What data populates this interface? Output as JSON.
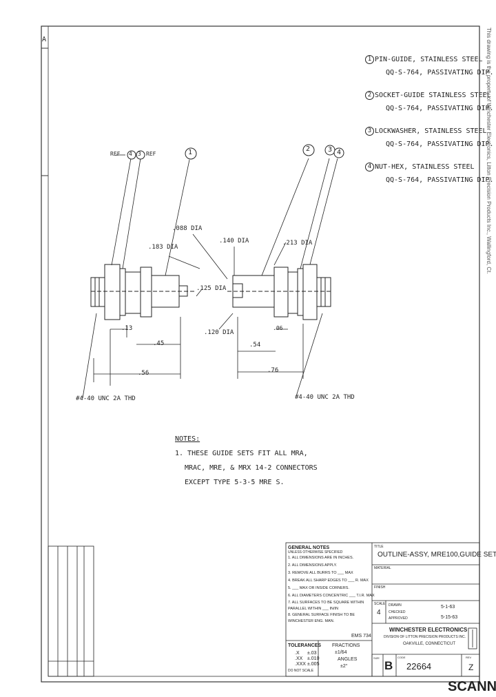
{
  "parts_list": [
    {
      "num": "1",
      "name": "PIN-GUIDE,",
      "spec1": "STAINLESS STEEL",
      "spec2": "QQ-S-764, PASSIVATING DIP."
    },
    {
      "num": "2",
      "name": "SOCKET-GUIDE",
      "spec1": "STAINLESS STEEL",
      "spec2": "QQ-S-764, PASSIVATING DIP."
    },
    {
      "num": "3",
      "name": "LOCKWASHER,",
      "spec1": "STAINLESS STEEL",
      "spec2": "QQ-S-764, PASSIVATING DIP."
    },
    {
      "num": "4",
      "name": "NUT-HEX,",
      "spec1": "STAINLESS STEEL",
      "spec2": "QQ-S-764, PASSIVATING DIP."
    }
  ],
  "callouts": {
    "left_ref_prefix": "REF",
    "left_ref_4": "4",
    "left_ref_3": "3",
    "left_ref_suffix": "REF",
    "balloon_1": "1",
    "balloon_2": "2",
    "balloon_3": "3",
    "balloon_4": "4"
  },
  "dimensions": {
    "d_183": ".183 DIA",
    "d_088": ".088 DIA",
    "d_140": ".140 DIA",
    "d_213": ".213 DIA",
    "d_125": ".125 DIA",
    "d_120": ".120 DIA",
    "d_13": ".13",
    "d_45": ".45",
    "d_56": ".56",
    "d_54": ".54",
    "d_06": ".06",
    "d_76": ".76",
    "thread_left": "#4-40 UNC 2A THD",
    "thread_right": "#4-40 UNC 2A THD"
  },
  "notes": {
    "heading": "NOTES:",
    "line1": "1. THESE GUIDE SETS FIT ALL MRA,",
    "line2": "MRAC, MRE, & MRX 14-2 CONNECTORS",
    "line3": "EXCEPT TYPE 5-3-5 MRE S."
  },
  "title_block": {
    "general_notes_title": "GENERAL NOTES",
    "general_notes_sub": "UNLESS OTHERWISE SPECIFIED",
    "gn_items": [
      "1. ALL DIMENSIONS ARE IN INCHES.",
      "2. ALL DIMENSIONS APPLY.",
      "3. REMOVE ALL BURRS TO ___ MAX",
      "4. BREAK ALL SHARP EDGES TO ___ R. MAX",
      "5. ___ MAX OR INSIDE CORNERS.",
      "6. ALL DIAMETERS CONCENTRIC ___ T.I.R. MAX",
      "7. ALL SURFACES TO BE SQUARE WITHIN",
      "PARALLEL WITHIN ___ IN/IN",
      "8. GENERAL SURFACE FINISH TO BE",
      "WINCHESTER ENG. MAN."
    ],
    "eng_ref": "EMS 734",
    "tolerances_label": "TOLERANCES",
    "tol_col1": [
      ".X",
      ".XX",
      ".XXX"
    ],
    "tol_col2": [
      "±.03",
      "±.010",
      "±.005"
    ],
    "fractions_label": "FRACTIONS",
    "fractions_val": "±1/64",
    "angles_label": "ANGLES",
    "angles_val": "±2°",
    "dwg_no_label": "DO NOT SCALE",
    "title_label": "TITLE",
    "title": "OUTLINE-ASSY, MRE100,GUIDE SET",
    "material_label": "MATERIAL",
    "finish_label": "FINISH",
    "scale_label": "SCALE",
    "scale": "4",
    "drawn_label": "DRAWN",
    "checked_label": "CHECKED",
    "approved_label": "APPROVED",
    "date1": "5-1-63",
    "date2": "5-15-63",
    "company": "WINCHESTER ELECTRONICS",
    "division": "DIVISION OF LITTON PRECISION PRODUCTS INC.",
    "city": "OAKVILLE, CONNECTICUT",
    "size_label": "SIZE",
    "size": "B",
    "code_label": "CODE",
    "dwg_no": "22664",
    "rev_label": "REV",
    "rev": "Z"
  },
  "watermark": "SCANNE",
  "side_text": "This drawing is the property of Winchester Electronics, Litton Precision Products Inc., Wallingford, Ct.",
  "sheet_letter": "A"
}
